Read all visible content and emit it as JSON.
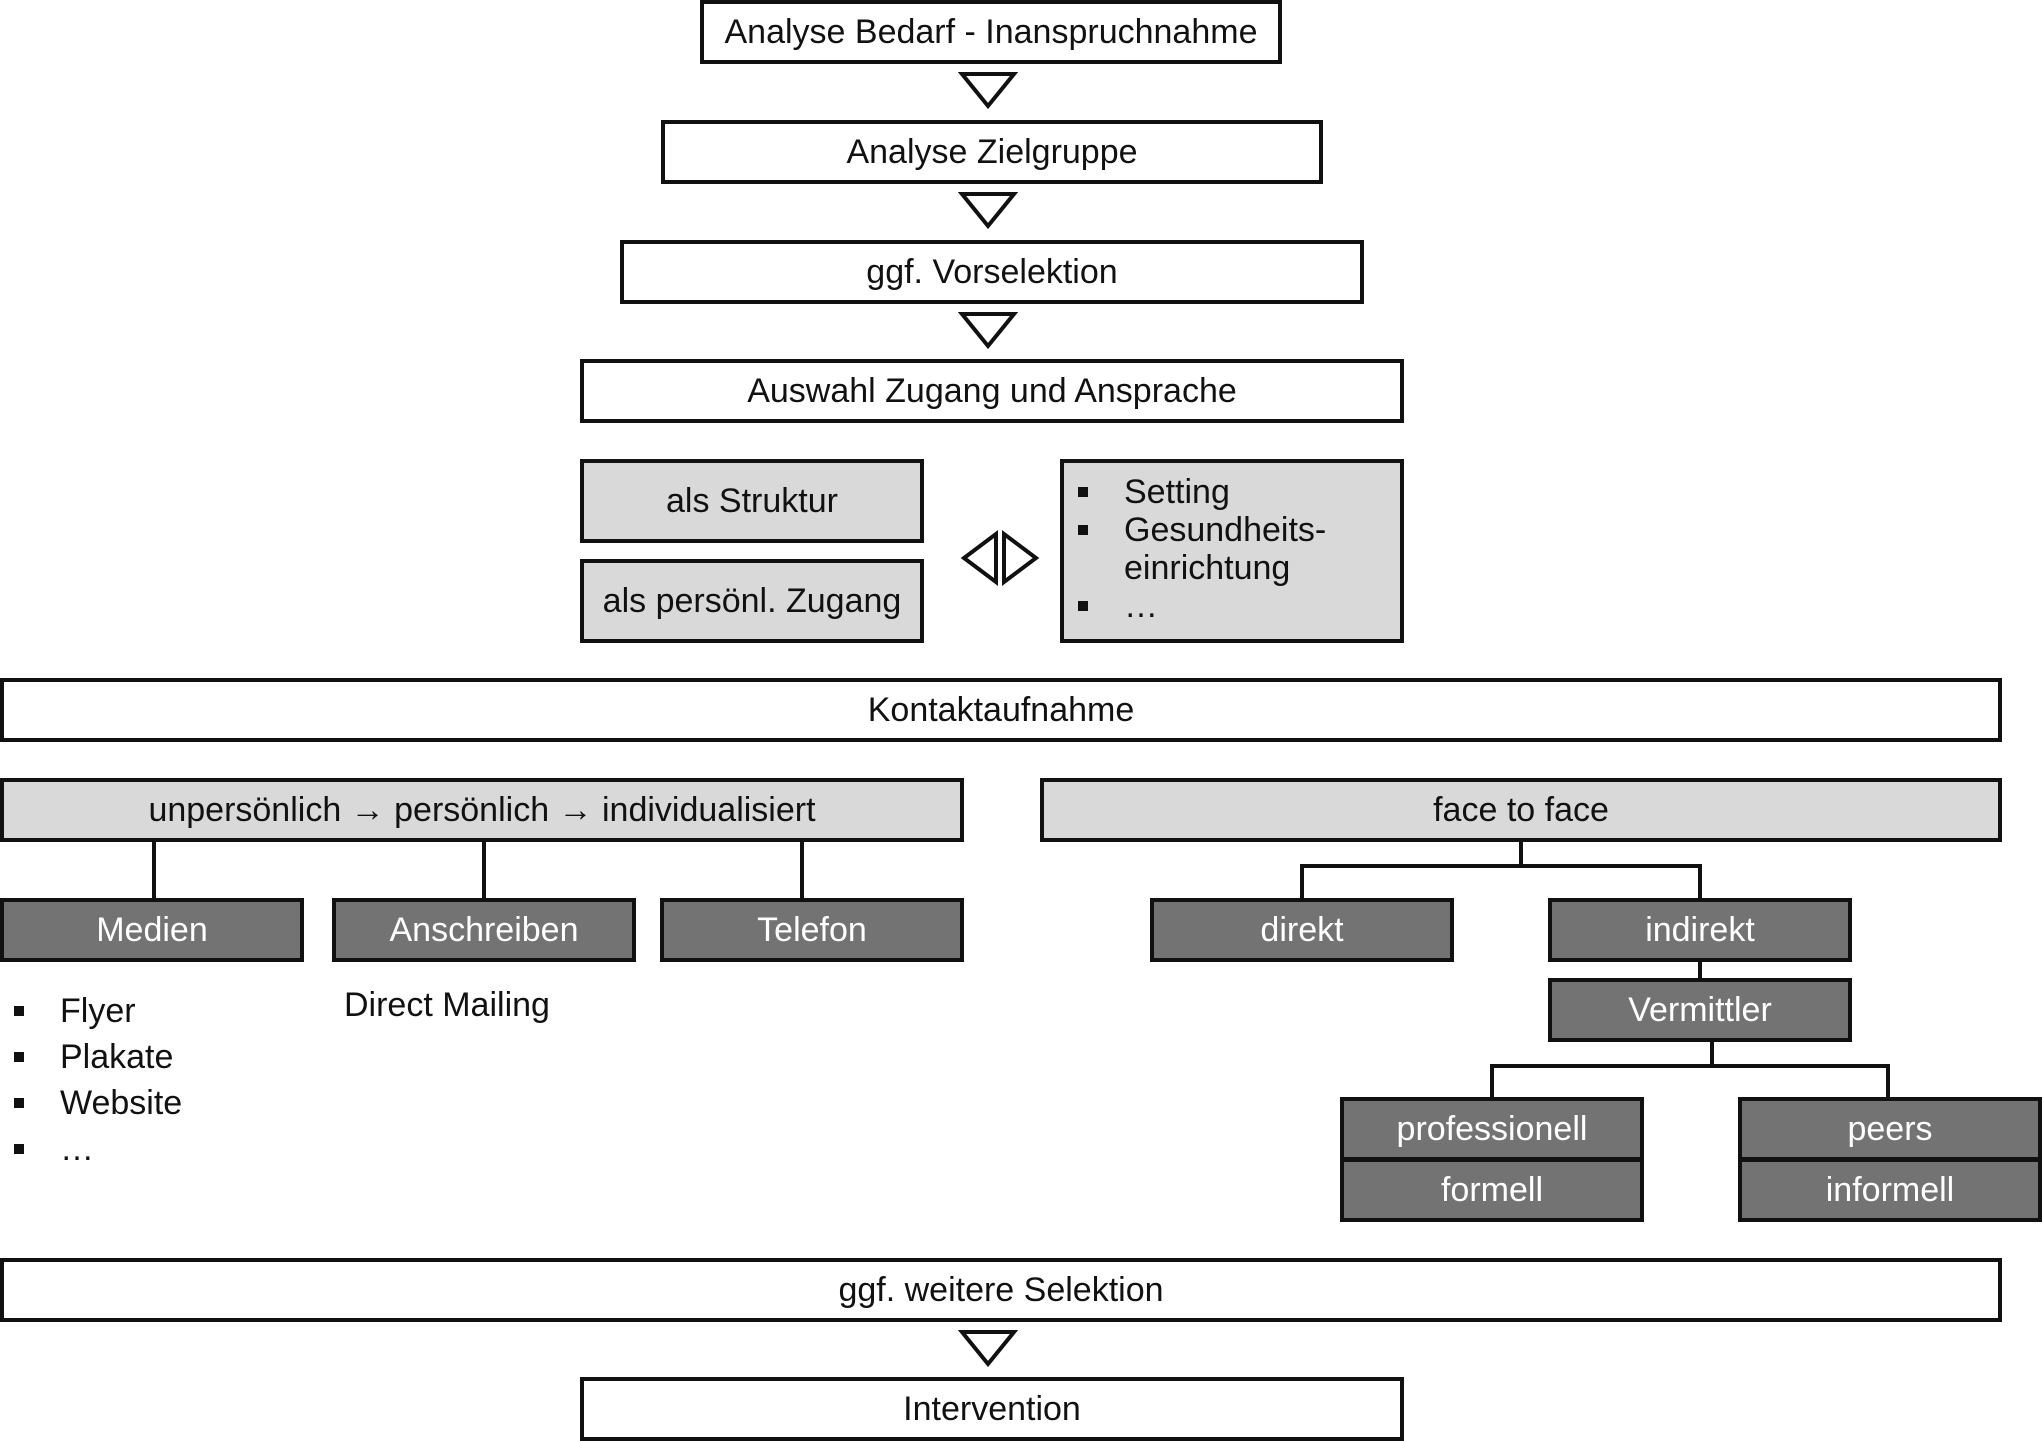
{
  "flow": {
    "step1": "Analyse Bedarf - Inanspruchnahme",
    "step2": "Analyse Zielgruppe",
    "step3": "ggf. Vorselektion",
    "step4": "Auswahl Zugang und Ansprache"
  },
  "access": {
    "structure": "als Struktur",
    "personal": "als persönl. Zugang",
    "setting_items": [
      "Setting",
      "Gesundheits-\neinrichtung",
      "…"
    ]
  },
  "contact": {
    "title": "Kontaktaufnahme",
    "left_header": "unpersönlich → persönlich → individualisiert",
    "right_header": "face to face"
  },
  "channels": {
    "media": "Medien",
    "letter": "Anschreiben",
    "phone": "Telefon",
    "media_items": [
      "Flyer",
      "Plakate",
      "Website",
      "…"
    ],
    "letter_item": "Direct Mailing"
  },
  "face": {
    "direct": "direkt",
    "indirect": "indirekt",
    "mediator": "Vermittler",
    "professional": "professionell",
    "formal": "formell",
    "peers": "peers",
    "informal": "informell"
  },
  "end": {
    "selection": "ggf. weitere Selektion",
    "intervention": "Intervention"
  }
}
